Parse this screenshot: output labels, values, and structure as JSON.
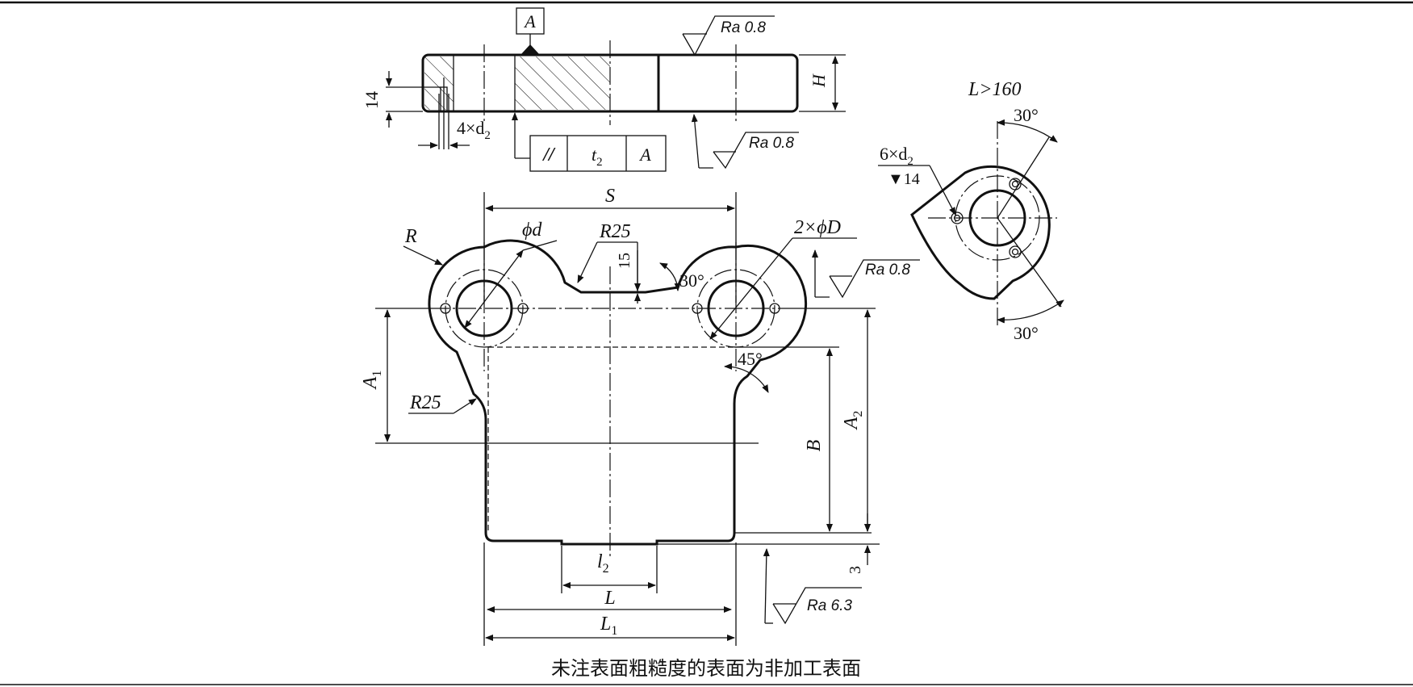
{
  "labels": {
    "datum": "A",
    "surface_ra_top": "Ra 0.8",
    "surface_ra_bottom": "Ra 0.8",
    "surface_ra_right": "Ra 0.8",
    "surface_ra_base": "Ra 6.3",
    "height": "H",
    "depth_14": "14",
    "holes_4xd2": "4×d",
    "holes_sub_2": "2",
    "tol_symbol": "//",
    "tol_value": "t",
    "tol_sub": "2",
    "tol_datum": "A",
    "span_S": "S",
    "radius_R": "R",
    "phi_d": "ϕd",
    "radius_R25_top": "R25",
    "dim_15": "15",
    "angle_30": "30°",
    "holes_2xD": "2×ϕD",
    "dim_A1": "A",
    "dim_A1_sub": "1",
    "radius_R25_side": "R25",
    "angle_45": "45°",
    "dim_B": "B",
    "dim_A2": "A",
    "dim_A2_sub": "2",
    "dim_3": "3",
    "dim_l2": "l",
    "dim_l2_sub": "2",
    "dim_L": "L",
    "dim_L1": "L",
    "dim_L1_sub": "1",
    "side_L_gt": "L>160",
    "side_angle_top": "30°",
    "side_angle_bottom": "30°",
    "side_holes": "6×d",
    "side_holes_sub": "2",
    "side_depth": "▼14",
    "caption": "未注表面粗糙度的表面为非加工表面"
  }
}
